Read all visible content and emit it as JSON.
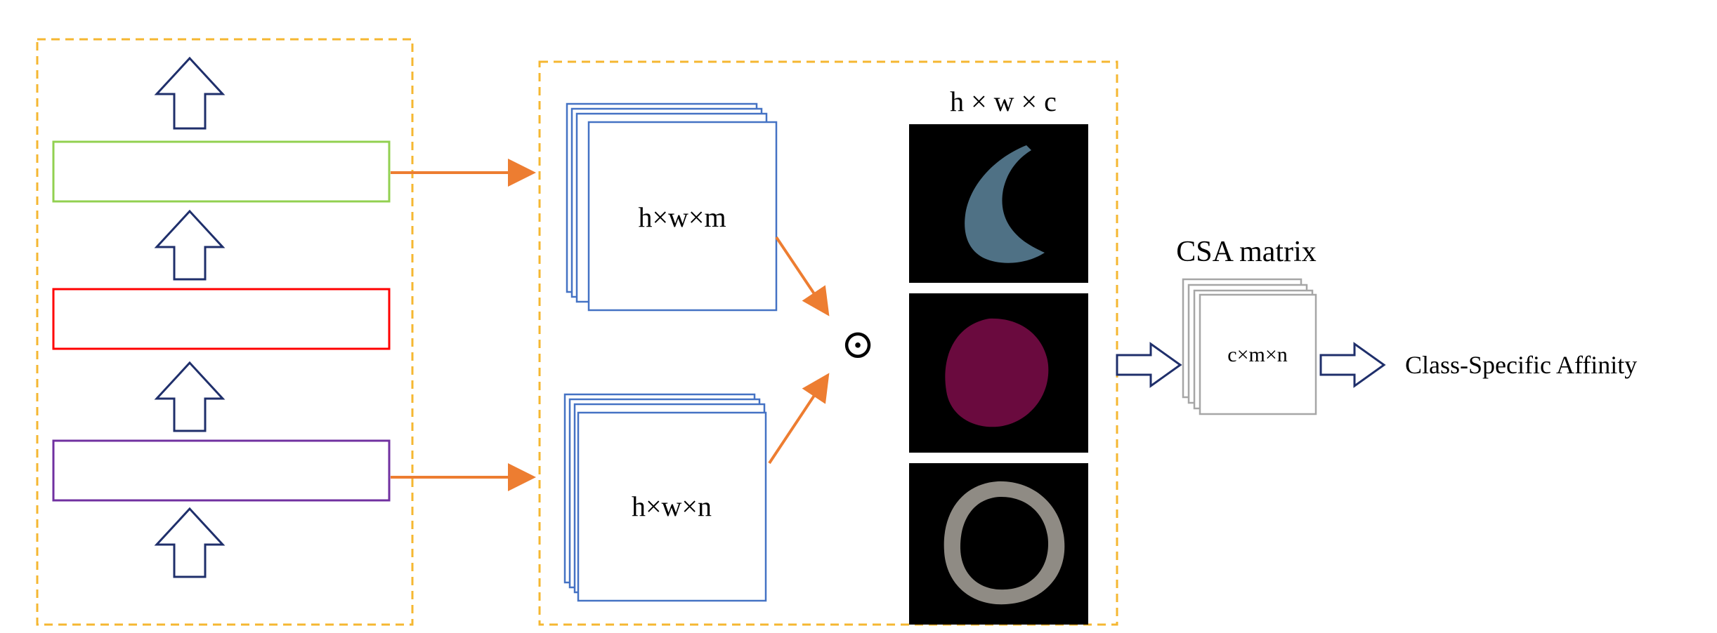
{
  "labels": {
    "feature_m": "h×w×m",
    "feature_n": "h×w×n",
    "mask_dims": "h × w × c",
    "operator": "⊙",
    "csa_title": "CSA matrix",
    "csa_dims": "c×m×n",
    "output": "Class-Specific Affinity"
  },
  "colors": {
    "dashed_border": "#f5b731",
    "flow_arrow": "#ed7d31",
    "hollow_arrow": "#1f2f6b",
    "layer_top": "#92d050",
    "layer_middle": "#ff0000",
    "layer_bottom": "#7030a0",
    "feature_stack": "#4472c4",
    "csa_stack": "#a6a6a6",
    "mask_background": "#000000",
    "mask_class_1": "#4f7185",
    "mask_class_2": "#6a0a3e",
    "mask_class_3": "#8f8b84"
  },
  "icons": {
    "up_arrows": "hollow-up-arrow-icon",
    "right_arrows": "hollow-right-arrow-icon"
  }
}
